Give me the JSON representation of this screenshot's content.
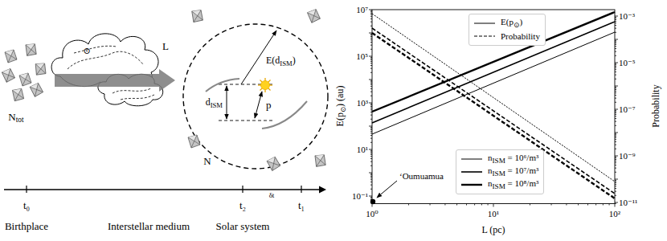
{
  "diagram": {
    "labels": [
      "Ntot",
      "⊙",
      "L",
      "E(dISM)",
      "dISM",
      "p",
      "N",
      "t₀",
      "t₂",
      "δt",
      "t₁",
      "Birthplace",
      "Interstellar medium",
      "Solar system",
      "E(p⊙) (au)",
      "10⁷",
      "10⁵",
      "10³",
      "10¹",
      "10⁻¹",
      "ʻOumuamua",
      "10⁰",
      "10¹",
      "10²",
      "L (pc)",
      "10⁻³",
      "10⁻⁵",
      "10⁻⁷",
      "10⁻⁹",
      "10⁻¹¹",
      "Probability"
    ],
    "legend": [
      {
        "text": "E(p⊙)"
      },
      {
        "text": "Probability"
      },
      {
        "text": "nISM = 10⁶/m³"
      },
      {
        "text": "nISM = 10⁷/m³"
      },
      {
        "text": "nISM = 10⁸/m³"
      }
    ]
  }
}
